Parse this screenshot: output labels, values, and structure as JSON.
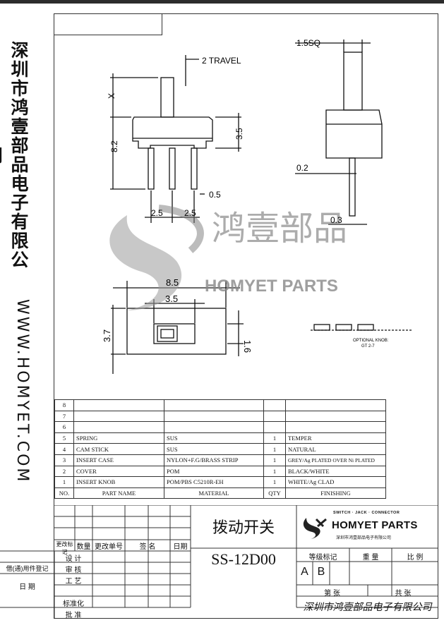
{
  "sidebar": {
    "company_cn": "深圳市鸿壹部品电子有限公司",
    "website": "WWW.HOMYET.COM"
  },
  "drawing": {
    "travel": "2 TRAVEL",
    "x": "X",
    "h8_2": "8.2",
    "h3_5": "3.5",
    "pin_w": "0.5",
    "pitch1": "2.5",
    "pitch2": "2.5",
    "sq": "1.5SQ",
    "d0_2": "0.2",
    "d0_3": "0.3",
    "w8_5": "8.5",
    "w3_5": "3.5",
    "h3_7": "3.7",
    "h1_6": "1.6",
    "optional_knob_1": "OPTIONAL KNOB:",
    "optional_knob_2": "GT 2-7"
  },
  "watermark": {
    "script": "鸿壹部品",
    "text": "HOMYET PARTS"
  },
  "bom": {
    "rows": [
      {
        "no": "8",
        "name": "",
        "material": "",
        "qty": "",
        "finishing": ""
      },
      {
        "no": "7",
        "name": "",
        "material": "",
        "qty": "",
        "finishing": ""
      },
      {
        "no": "6",
        "name": "",
        "material": "",
        "qty": "",
        "finishing": ""
      },
      {
        "no": "5",
        "name": "SPRING",
        "material": "SUS",
        "qty": "1",
        "finishing": "TEMPER"
      },
      {
        "no": "4",
        "name": "CAM STICK",
        "material": "SUS",
        "qty": "1",
        "finishing": "NATURAL"
      },
      {
        "no": "3",
        "name": "INSERT CASE",
        "material": "NYLON+F.G/BRASS STRIP",
        "qty": "1",
        "finishing": "GREY/Ag PLATED OVER Ni PLATED"
      },
      {
        "no": "2",
        "name": "COVER",
        "material": "POM",
        "qty": "1",
        "finishing": "BLACK/WHITE"
      },
      {
        "no": "1",
        "name": "INSERT KNOB",
        "material": "POM/PBS C5210R-EH",
        "qty": "1",
        "finishing": "WHITE/Ag CLAD"
      }
    ],
    "header": {
      "no": "NO.",
      "name": "PART NAME",
      "material": "MATERIAL",
      "qty": "QTY",
      "finishing": "FINISHING"
    }
  },
  "title_block": {
    "mark": "更改标记",
    "count": "数量",
    "change_no": "更改单号",
    "sign": "签 名",
    "date": "日期",
    "design": "设 计",
    "review": "审 核",
    "process": "工 艺",
    "standard": "标准化",
    "approve": "批 准",
    "borrow": "借(通)用件登记",
    "day": "日 期",
    "product_name": "拨动开关",
    "model": "SS-12D00",
    "logo_tag": "SWITCH · JACK · CONNECTOR",
    "logo_name": "HOMYET PARTS",
    "logo_company": "深圳市鸿壹部品电子有限公司",
    "grade_label": "等级标记",
    "weight_label": "重 量",
    "scale_label": "比 例",
    "grade_a": "A",
    "grade_b": "B",
    "sheet_label": "第 张",
    "total_label": "共 张",
    "company_script": "深圳市鸿壹部品电子有限公司"
  }
}
